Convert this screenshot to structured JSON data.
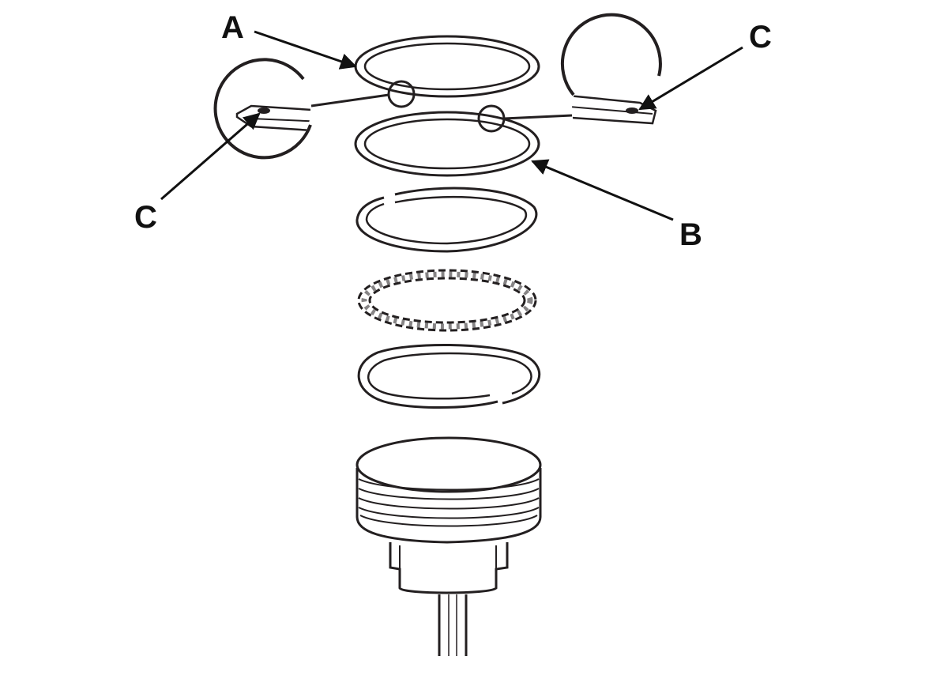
{
  "labels": {
    "a": "A",
    "b": "B",
    "c_left": "C",
    "c_right": "C"
  },
  "colors": {
    "line": "#231f20",
    "text": "#111111",
    "background": "#ffffff"
  }
}
